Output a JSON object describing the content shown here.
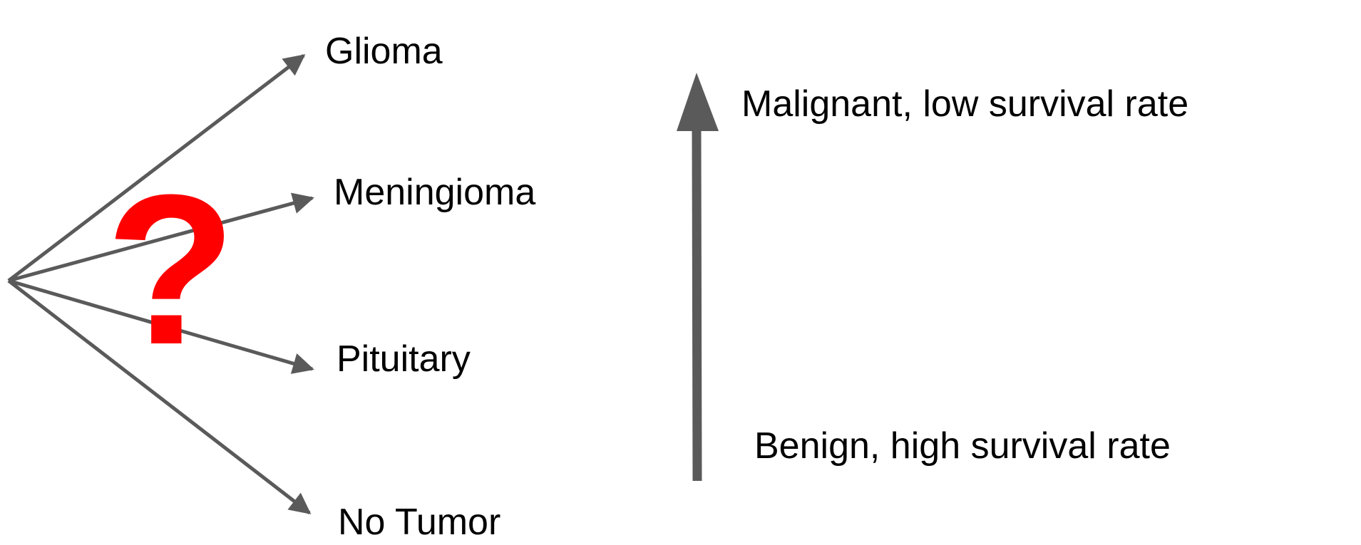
{
  "classes": {
    "glioma": "Glioma",
    "meningioma": "Meningioma",
    "pituitary": "Pituitary",
    "no_tumor": "No Tumor"
  },
  "question_mark": "?",
  "severity_scale": {
    "top_label": "Malignant, low survival rate",
    "bottom_label": "Benign, high survival rate"
  },
  "colors": {
    "arrow": "#5a5a5a",
    "question_mark": "#ff0000",
    "text": "#000000"
  }
}
